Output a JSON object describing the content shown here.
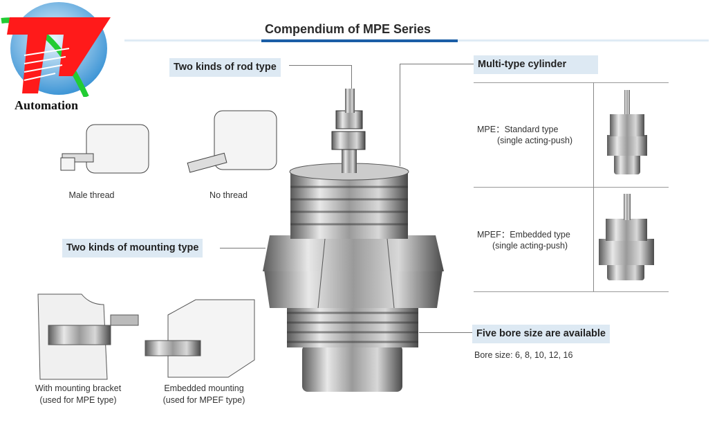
{
  "logo": {
    "text": "Automation",
    "mark": "TV"
  },
  "title": "Compendium of MPE Series",
  "labels": {
    "rod_type": "Two kinds of rod type",
    "multi_type": "Multi-type cylinder",
    "mounting_type": "Two kinds of mounting type",
    "bore": "Five bore size are available"
  },
  "rod_captions": {
    "male": "Male thread",
    "none": "No thread"
  },
  "mount_captions": {
    "bracket": [
      "With mounting bracket",
      "(used for MPE type)"
    ],
    "embedded": [
      "Embedded mounting",
      "(used for MPEF type)"
    ]
  },
  "types": [
    {
      "name": "MPE：Standard type",
      "sub": "(single acting-push)"
    },
    {
      "name": "MPEF：Embedded type",
      "sub": "(single acting-push)"
    }
  ],
  "bore_sizes": "Bore size: 6, 8, 10, 12, 16",
  "colors": {
    "accent": "#1b5ea6",
    "label_bg": "#dde9f3",
    "logo_red": "#ff1a1a",
    "logo_green": "#22cc33"
  }
}
